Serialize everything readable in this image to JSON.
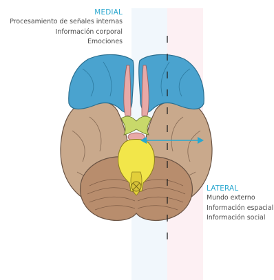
{
  "medial": {
    "heading": "MEDIAL",
    "items": [
      "Procesamiento de señales internas",
      "Información corporal",
      "Emociones"
    ]
  },
  "lateral": {
    "heading": "LATERAL",
    "items": [
      "Mundo externo",
      "Información espacial",
      "Información social"
    ]
  },
  "colors": {
    "heading": "#29a7cf",
    "arrow": "#29a7cf",
    "frontal_lobe": "#4aa3cf",
    "temporal_lobe": "#c9a98c",
    "brainstem": "#f2e64a",
    "cerebellum": "#b88d6d",
    "medial_band": "#f1f7fc",
    "lateral_band": "#fdf0f3"
  }
}
